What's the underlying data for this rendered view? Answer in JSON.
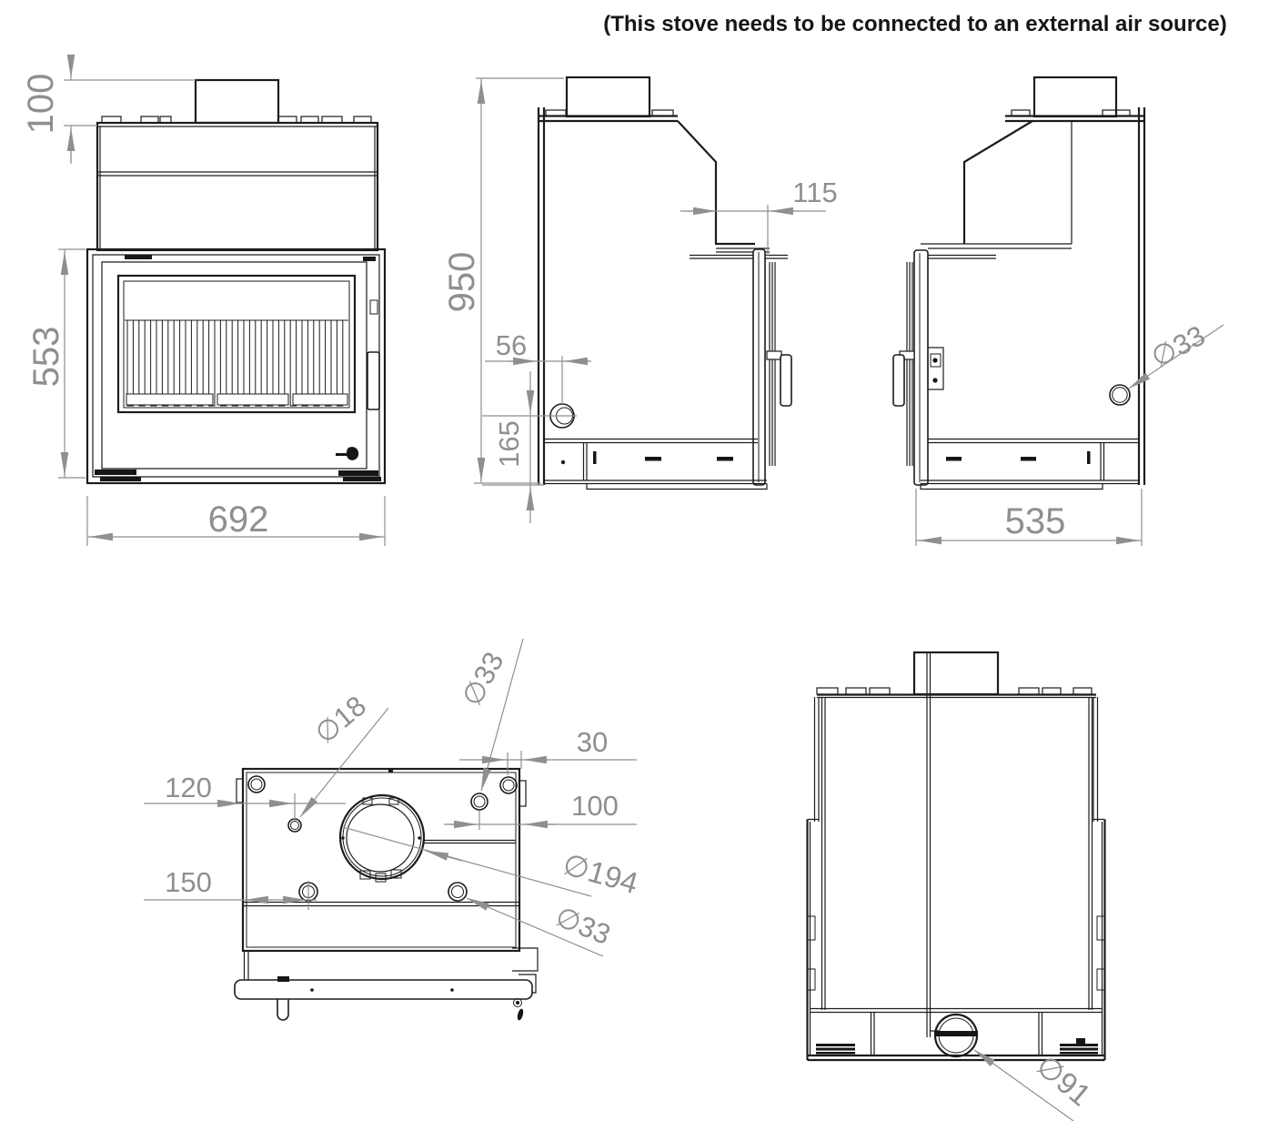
{
  "title": "(This stove needs to be connected to an external air source)",
  "front_view": {
    "flue_height": "100",
    "body_height": "553",
    "width": "692"
  },
  "side_view": {
    "overall_height": "950",
    "top_recess_depth": "115",
    "air_inlet_offset": "56",
    "air_inlet_height": "165"
  },
  "right_view": {
    "depth": "535",
    "side_hole_diameter": "∅33"
  },
  "top_view": {
    "pilot_hole_diameter": "∅18",
    "top_hole_diameter": "∅33",
    "corner_hole_offset": "30",
    "edge_hole_offset": "100",
    "left_hole_offset": "120",
    "lower_hole_offset": "150",
    "flue_diameter": "∅194",
    "lower_hole_diameter": "∅33"
  },
  "rear_view": {
    "air_inlet_diameter": "∅91"
  }
}
